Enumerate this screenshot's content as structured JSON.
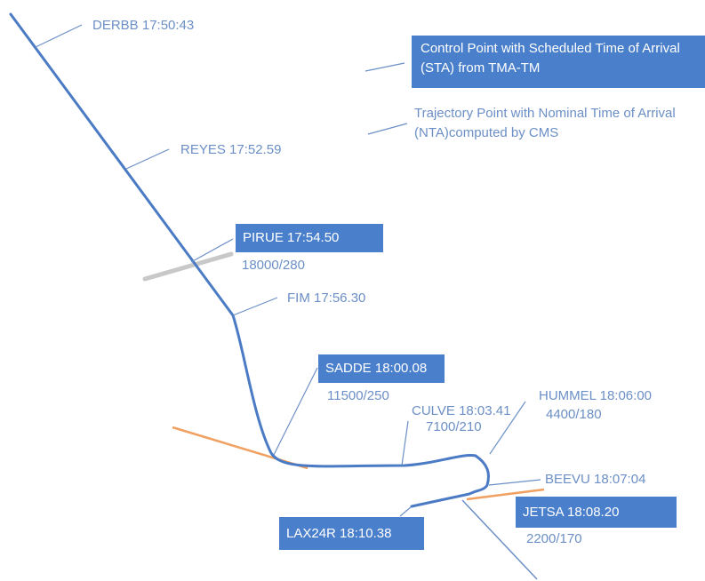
{
  "legend": {
    "control_point": "Control Point with Scheduled Time of Arrival (STA) from TMA-TM",
    "trajectory_point": "Trajectory Point  with Nominal Time of Arrival (NTA)computed  by CMS"
  },
  "waypoints": {
    "derbb": "DERBB 17:50:43",
    "reyes": "REYES 17:52.59",
    "pirue": "PIRUE  17:54.50",
    "pirue_alt": "18000/280",
    "fim": "FIM 17:56.30",
    "sadde": "SADDE 18:00.08",
    "sadde_alt": "11500/250",
    "culve": "CULVE 18:03.41",
    "culve_alt": "7100/210",
    "hummel": "HUMMEL 18:06:00",
    "hummel_alt": "4400/180",
    "beevu": "BEEVU 18:07:04",
    "jetsa": "JETSA 18:08.20",
    "jetsa_alt": "2200/170",
    "lax24r": "LAX24R 18:10.38"
  },
  "colors": {
    "route": "#4a7bc4",
    "leader": "#6b8fc6",
    "control_box": "#4a7fcb",
    "label_text": "#6b8fc6",
    "crossing_gray": "#c8c8c8",
    "crossing_orange": "#f0a060"
  }
}
